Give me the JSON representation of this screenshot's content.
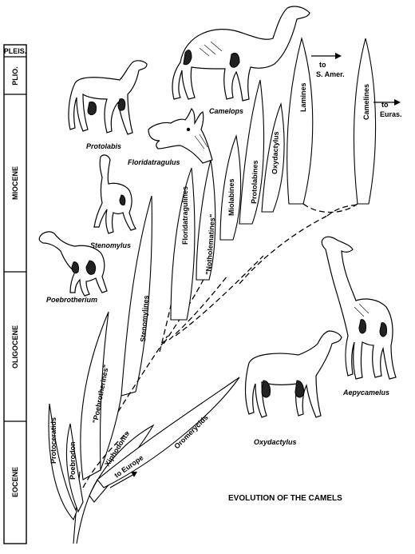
{
  "epochs": {
    "pleis": "PLEIS.",
    "plio": "PLIO.",
    "miocene": "MIOCENE",
    "oligocene": "OLIGOCENE",
    "eocene": "EOCENE"
  },
  "groups": {
    "protoceratids": "Protoceratids",
    "poebrodon": "Poebrodon",
    "xiphodonts": "Xiphodonts",
    "to_europe": "to Europe",
    "oromerycids": "Oromerycids",
    "poebrotherines": "\"Poebrotherines\"",
    "stenomylines": "Stenomylines",
    "floridatragulines": "Floridatragulines",
    "notholematines": "\"Notholematines\"",
    "miolabines": "Miolabines",
    "protolabines": "Protolabines",
    "oxydactylus_branch": "Oxydactylus",
    "lamines": "Lamines",
    "camelines": "Camelines",
    "to_s_amer_1": "to",
    "to_s_amer_2": "S. Amer.",
    "to_euras_1": "to",
    "to_euras_2": "Euras."
  },
  "animals": {
    "camelops": "Camelops",
    "protolabis": "Protolabis",
    "floridatragulus": "Floridatragulus",
    "stenomylus": "Stenomylus",
    "poebrotherium": "Poebrotherium",
    "aepycamelus": "Aepycamelus",
    "oxydactylus": "Oxydactylus"
  },
  "title": "EVOLUTION OF THE CAMELS"
}
